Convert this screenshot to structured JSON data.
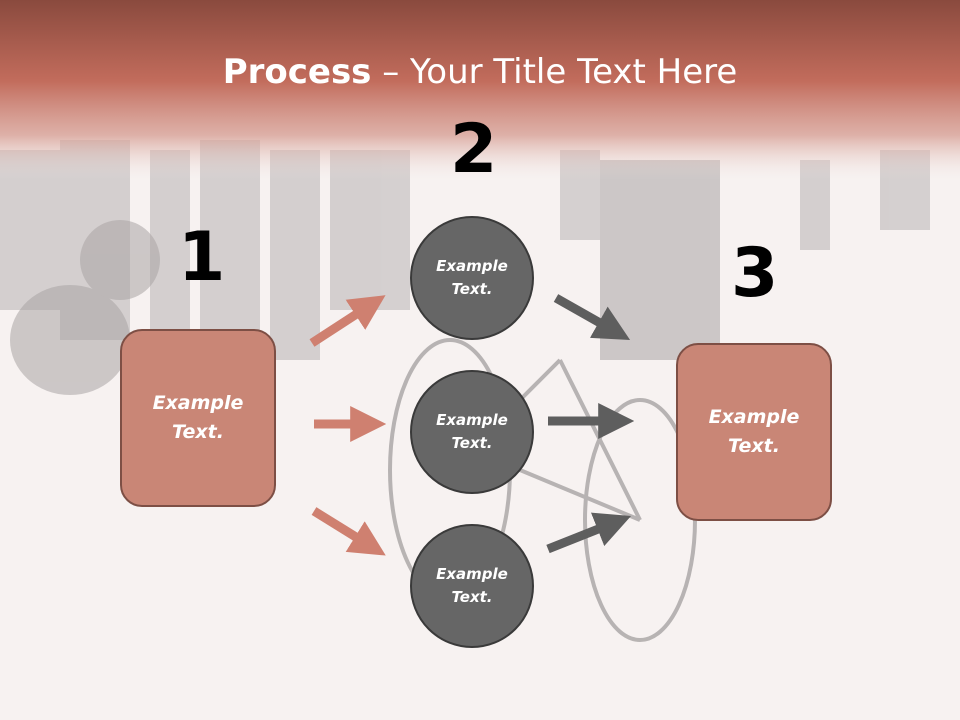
{
  "slide": {
    "title_bold": "Process",
    "title_rest": " – Your Title Text Here"
  },
  "steps": {
    "one": "1",
    "two": "2",
    "three": "3"
  },
  "left_box": {
    "text": "Example Text."
  },
  "circles": [
    {
      "text": "Example Text."
    },
    {
      "text": "Example Text."
    },
    {
      "text": "Example Text."
    }
  ],
  "right_box": {
    "text": "Example Text."
  },
  "colors": {
    "header": "#c06a5a",
    "box_fill": "#c98676",
    "box_border": "#7d4f45",
    "circle_fill": "#666666",
    "left_arrows": "#cf8070",
    "right_arrows": "#5e5e5e"
  }
}
